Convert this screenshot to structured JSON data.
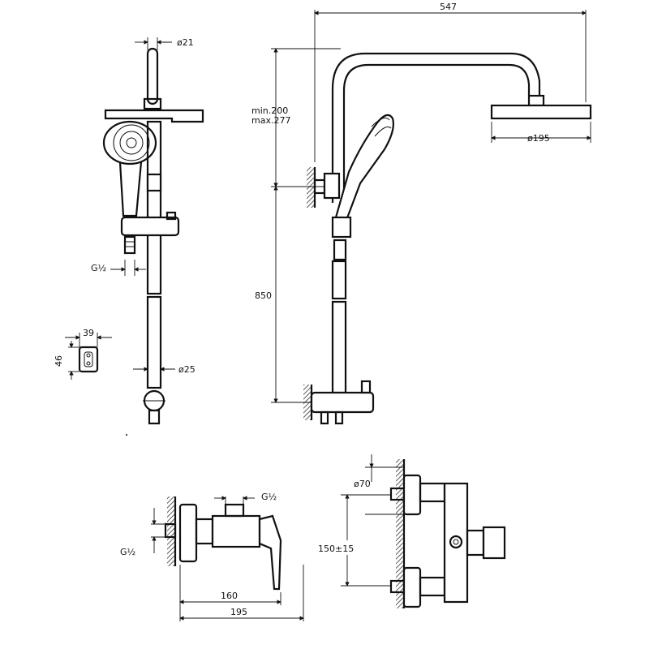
{
  "dimensions": {
    "d21": "ø21",
    "d195_head": "ø195",
    "w547": "547",
    "min200": "min.200",
    "max277": "max.277",
    "h850": "850",
    "g12_left": "G½",
    "w39": "39",
    "h46": "46",
    "d25": "ø25",
    "g12_mixer_top": "G½",
    "g12_mixer_left": "G½",
    "w160": "160",
    "w195_mixer": "195",
    "d70": "ø70",
    "h150": "150±15"
  }
}
